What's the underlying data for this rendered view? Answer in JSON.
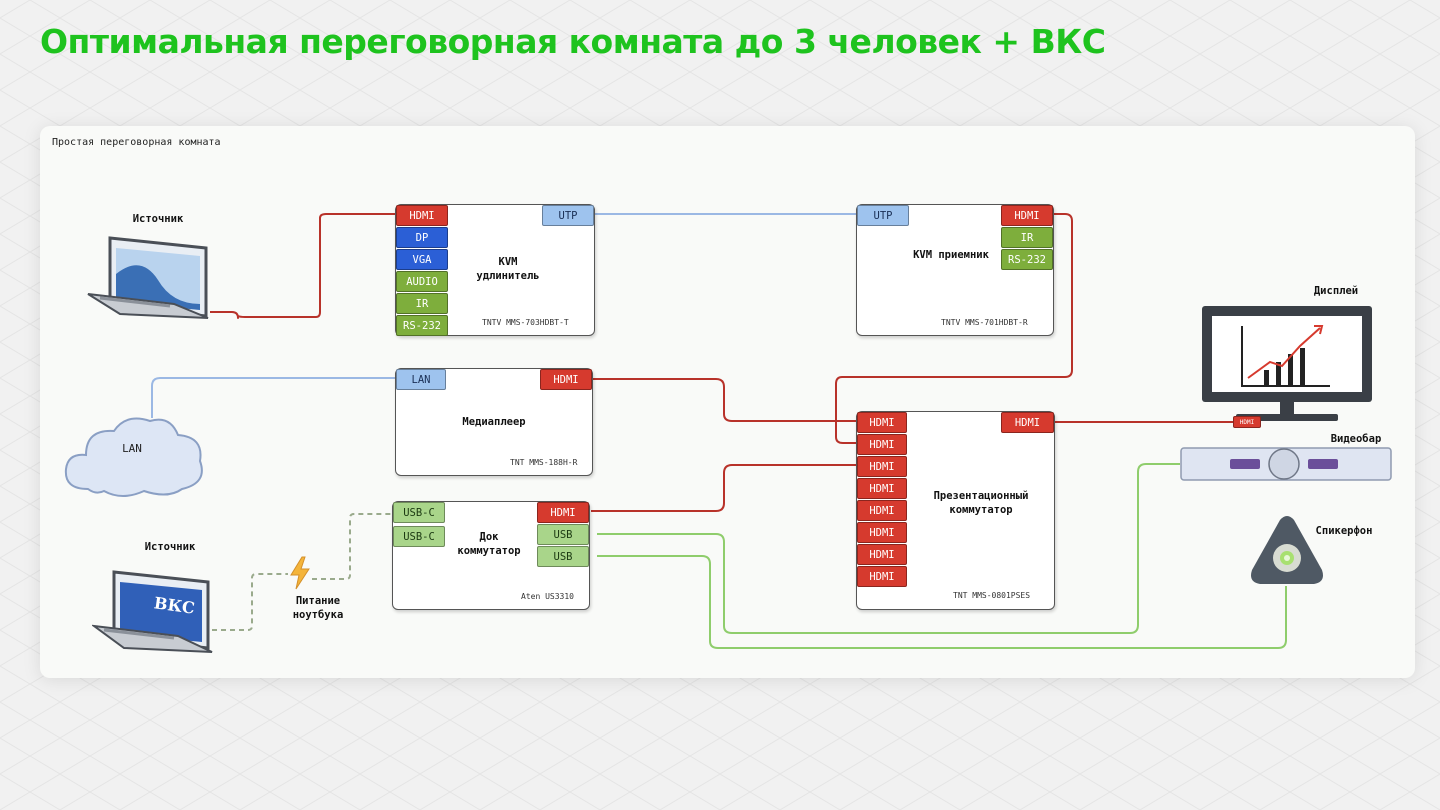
{
  "title": "Оптимальная переговорная комната до 3 человек + ВКС",
  "room_label": "Простая переговорная комната",
  "colors": {
    "title": "#1ec31e",
    "hdmi": "#d63a2e",
    "dp_vga": "#2b5fd6",
    "audio_ir_rs": "#7eae3c",
    "utp_lan": "#9ec3ee",
    "usb": "#a9d58a",
    "wire_hdmi": "#b8322a",
    "wire_network": "#9bb8e4",
    "wire_usb": "#8fcd6c",
    "wire_power": "#9aaa8c"
  },
  "source1": {
    "label": "Источник",
    "icon": "laptop-chart-icon"
  },
  "source2": {
    "label": "Источник",
    "icon": "laptop-vks-icon",
    "screen_text": "ВКС"
  },
  "lan_cloud": {
    "label": "LAN",
    "icon": "cloud-icon"
  },
  "power": {
    "label": "Питание ноутбука",
    "icon": "lightning-icon"
  },
  "kvm_extender": {
    "name": "KVM удлинитель",
    "model": "TNTV MMS-703HDBT-T",
    "ports_left": [
      "HDMI",
      "DP",
      "VGA",
      "AUDIO",
      "IR",
      "RS-232"
    ],
    "port_right": "UTP"
  },
  "kvm_receiver": {
    "name": "KVM приемник",
    "model": "TNTV MMS-701HDBT-R",
    "port_left": "UTP",
    "ports_right": [
      "HDMI",
      "IR",
      "RS-232"
    ]
  },
  "media_player": {
    "name": "Медиаплеер",
    "model": "TNT MMS-188H-R",
    "port_left": "LAN",
    "port_right": "HDMI"
  },
  "dock": {
    "name": "Док коммутатор",
    "model": "Aten US3310",
    "ports_left": [
      "USB-C",
      "USB-C"
    ],
    "ports_right": [
      "HDMI",
      "USB",
      "USB"
    ]
  },
  "switcher": {
    "name": "Презентационный коммутатор",
    "model": "TNT MMS-0801PSES",
    "ports_left": [
      "HDMI",
      "HDMI",
      "HDMI",
      "HDMI",
      "HDMI",
      "HDMI",
      "HDMI",
      "HDMI"
    ],
    "port_right": "HDMI"
  },
  "display": {
    "label": "Дисплей",
    "port": "HDMI",
    "icon": "monitor-chart-icon"
  },
  "videobar": {
    "label": "Видеобар",
    "icon": "videobar-icon"
  },
  "speakerphone": {
    "label": "Спикерфон",
    "icon": "speakerphone-icon"
  }
}
